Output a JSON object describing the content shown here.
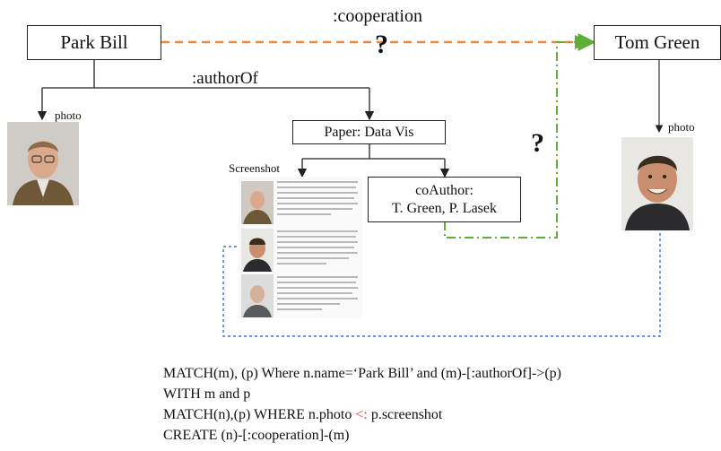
{
  "nodes": {
    "park_bill": "Park Bill",
    "tom_green": "Tom Green",
    "paper": "Paper: Data Vis",
    "coauthor_line1": "coAuthor:",
    "coauthor_line2": "T. Green, P. Lasek"
  },
  "edges": {
    "cooperation": ":cooperation",
    "author_of": ":authorOf",
    "photo_left": "photo",
    "photo_right": "photo",
    "screenshot": "Screenshot",
    "question_top": "?",
    "question_right": "?"
  },
  "query": {
    "line1": "MATCH(m), (p) Where n.name=‘Park Bill’ and (m)-[:authorOf]->(p)",
    "line2": "WITH m and p",
    "line3_before": "MATCH(n),(p) WHERE n.photo ",
    "line3_op": "<:",
    "line3_after": " p.screenshot",
    "line4": "CREATE (n)-[:cooperation]-(m)"
  },
  "colors": {
    "cooperation_edge": "#f0843c",
    "inferred_edge": "#5fae3a",
    "match_edge": "#3d6fd6",
    "operator": "#e53935"
  }
}
